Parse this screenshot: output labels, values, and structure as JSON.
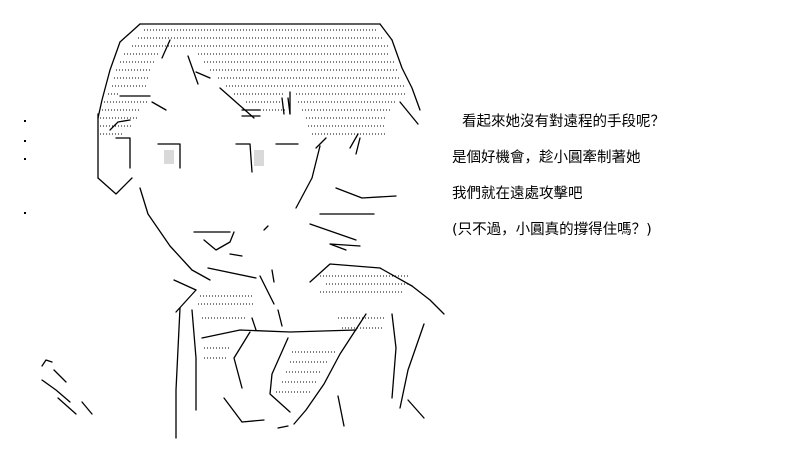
{
  "dialogue": {
    "lines": [
      "看起來她沒有對遠程的手段呢？",
      "是個好機會，趁小圓牽制著她",
      "我們就在遠處攻擊吧",
      "(只不過，小圓真的撐得住嗎？)"
    ]
  },
  "art": {
    "description_icon": "ascii-art-character-icon",
    "ink_color": "#000000",
    "background_color": "#ffffff"
  }
}
